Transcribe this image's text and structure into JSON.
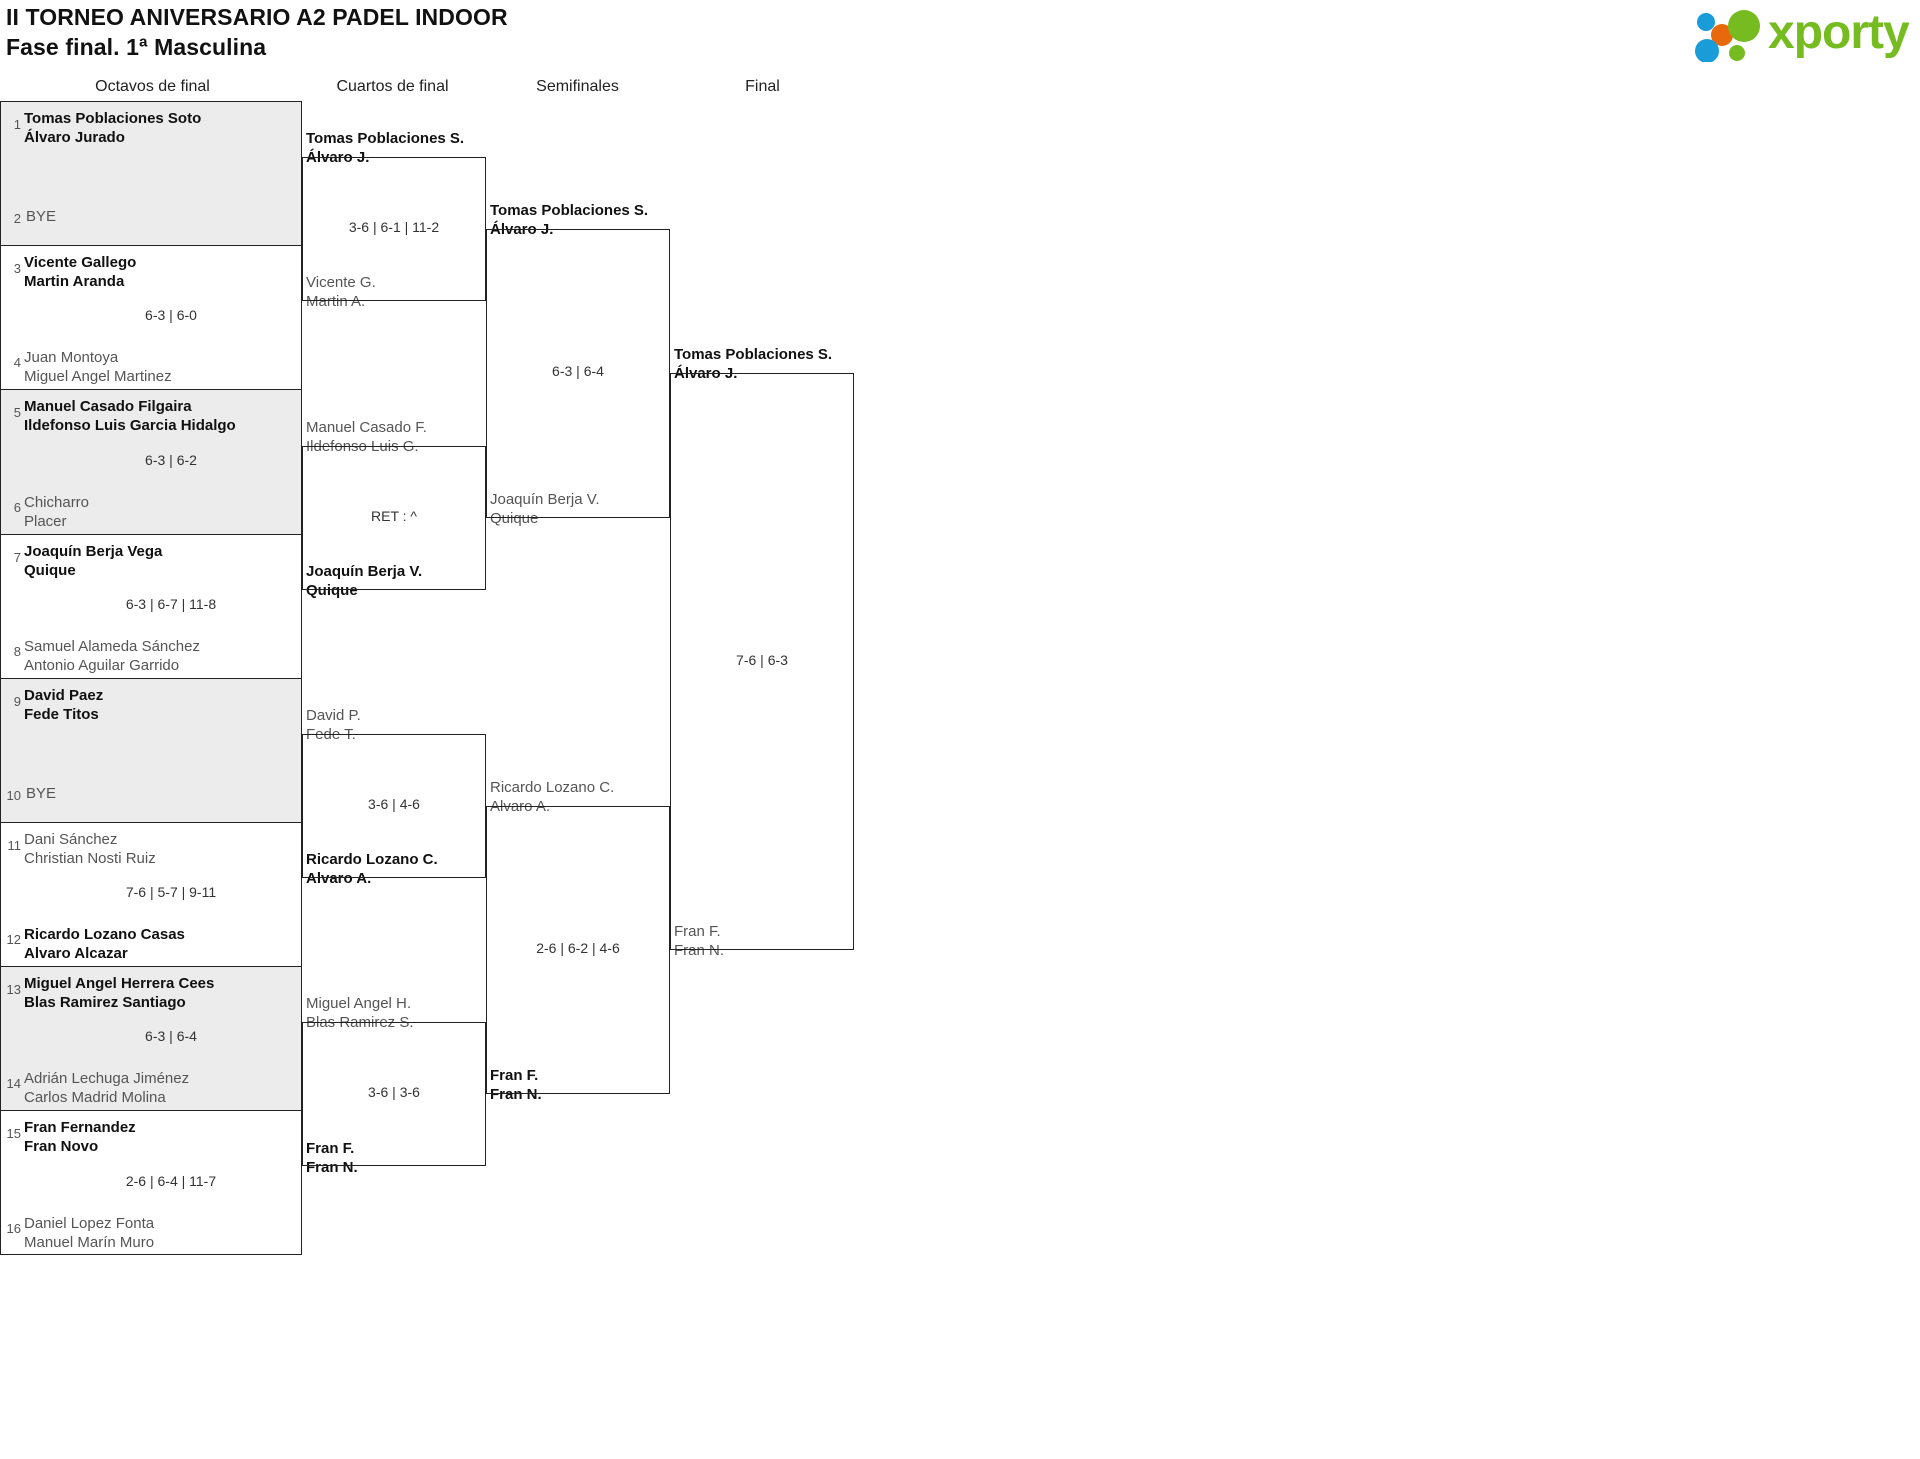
{
  "header": {
    "title_line1": "II TORNEO ANIVERSARIO A2 PADEL INDOOR",
    "title_line2": "Fase final. 1ª Masculina",
    "logo_text": "xporty",
    "logo_colors": {
      "green": "#76bc21",
      "blue": "#1a9cd8",
      "orange": "#e8690b"
    }
  },
  "rounds": [
    {
      "label": "Octavos de final"
    },
    {
      "label": "Cuartos de final"
    },
    {
      "label": "Semifinales"
    },
    {
      "label": "Final"
    }
  ],
  "bye_label": "BYE",
  "r16": [
    {
      "seed": "1",
      "p1": "Tomas Poblaciones Soto",
      "p2": "Álvaro Jurado",
      "winner": true
    },
    {
      "seed": "2",
      "bye": true
    },
    {
      "seed": "3",
      "p1": "Vicente Gallego",
      "p2": "Martin Aranda",
      "winner": true
    },
    {
      "seed": "4",
      "p1": "Juan Montoya",
      "p2": "Miguel Angel Martinez",
      "winner": false
    },
    {
      "seed": "5",
      "p1": "Manuel Casado Filgaira",
      "p2": "Ildefonso Luis Garcia Hidalgo",
      "winner": true
    },
    {
      "seed": "6",
      "p1": "Chicharro",
      "p2": "Placer",
      "winner": false
    },
    {
      "seed": "7",
      "p1": "Joaquín Berja Vega",
      "p2": "Quique",
      "winner": true
    },
    {
      "seed": "8",
      "p1": "Samuel Alameda Sánchez",
      "p2": "Antonio Aguilar Garrido",
      "winner": false
    },
    {
      "seed": "9",
      "p1": "David Paez",
      "p2": "Fede Titos",
      "winner": true
    },
    {
      "seed": "10",
      "bye": true
    },
    {
      "seed": "11",
      "p1": "Dani Sánchez",
      "p2": "Christian Nosti Ruiz",
      "winner": false
    },
    {
      "seed": "12",
      "p1": "Ricardo Lozano Casas",
      "p2": "Alvaro Alcazar",
      "winner": true
    },
    {
      "seed": "13",
      "p1": "Miguel Angel Herrera Cees",
      "p2": "Blas Ramirez Santiago",
      "winner": true
    },
    {
      "seed": "14",
      "p1": "Adrián Lechuga Jiménez",
      "p2": "Carlos Madrid Molina",
      "winner": false
    },
    {
      "seed": "15",
      "p1": "Fran Fernandez",
      "p2": "Fran Novo",
      "winner": true
    },
    {
      "seed": "16",
      "p1": "Daniel Lopez Fonta",
      "p2": "Manuel Marín Muro",
      "winner": false
    }
  ],
  "r16_scores": [
    "",
    "6-3 | 6-0",
    "6-3 | 6-2",
    "6-3 | 6-7 | 11-8",
    "",
    "7-6 | 5-7 | 9-11",
    "6-3 | 6-4",
    "2-6 | 6-4 | 11-7"
  ],
  "qf": [
    {
      "p1": "Tomas Poblaciones S.",
      "p2": "Álvaro J.",
      "winner": true
    },
    {
      "p1": "Vicente G.",
      "p2": "Martin A.",
      "winner": false
    },
    {
      "p1": "Manuel Casado F.",
      "p2": "Ildefonso Luis G.",
      "winner": false
    },
    {
      "p1": "Joaquín Berja V.",
      "p2": "Quique",
      "winner": true
    },
    {
      "p1": "David P.",
      "p2": "Fede T.",
      "winner": false
    },
    {
      "p1": "Ricardo Lozano C.",
      "p2": "Alvaro A.",
      "winner": true
    },
    {
      "p1": "Miguel Angel H.",
      "p2": "Blas Ramirez S.",
      "winner": false
    },
    {
      "p1": "Fran F.",
      "p2": "Fran N.",
      "winner": true
    }
  ],
  "qf_scores": [
    "3-6 | 6-1 | 11-2",
    "RET : ^",
    "3-6 | 4-6",
    "3-6 | 3-6"
  ],
  "sf": [
    {
      "p1": "Tomas Poblaciones S.",
      "p2": "Álvaro J.",
      "winner": true
    },
    {
      "p1": "Joaquín Berja V.",
      "p2": "Quique",
      "winner": false
    },
    {
      "p1": "Ricardo Lozano C.",
      "p2": "Alvaro A.",
      "winner": false
    },
    {
      "p1": "Fran F.",
      "p2": "Fran N.",
      "winner": true
    }
  ],
  "sf_scores": [
    "6-3 | 6-4",
    "2-6 | 6-2 | 4-6"
  ],
  "final": [
    {
      "p1": "Tomas Poblaciones S.",
      "p2": "Álvaro J.",
      "winner": true
    },
    {
      "p1": "Fran F.",
      "p2": "Fran N.",
      "winner": false
    }
  ],
  "final_scores": [
    "7-6 | 6-3"
  ]
}
